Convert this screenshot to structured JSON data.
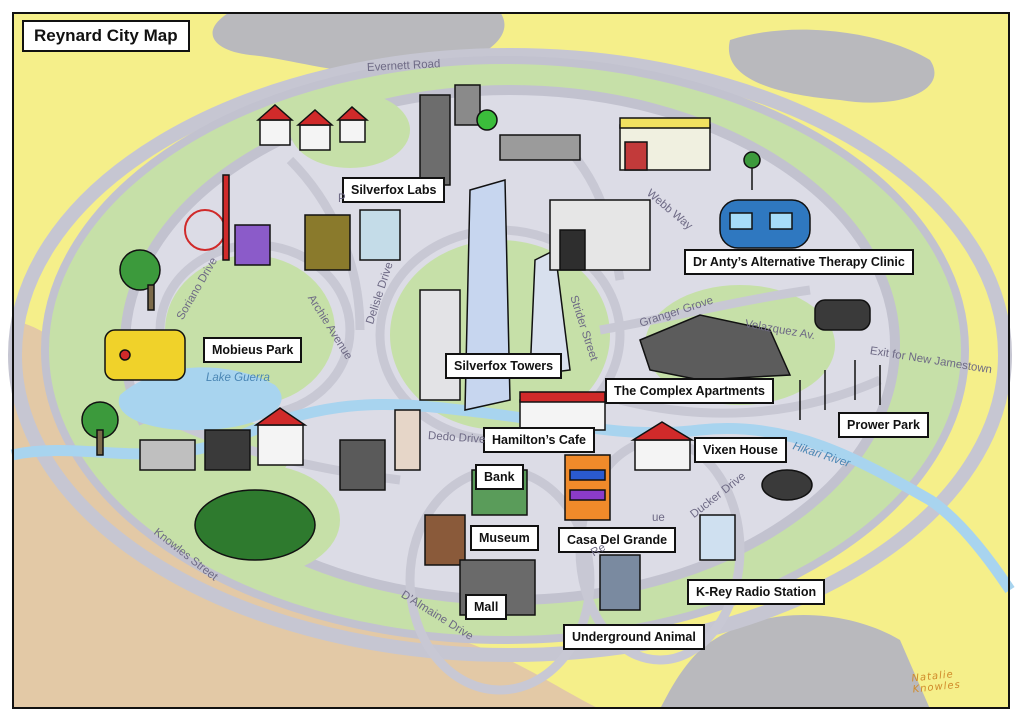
{
  "title": "Reynard City Map",
  "colors": {
    "sand": "#f5ef8a",
    "park": "#c6e0a8",
    "road_surface": "#dcdce6",
    "road_line": "#c2c2cf",
    "water": "#a8d4ef",
    "dirt": "#e3c9a6",
    "mountain": "#b9b9bd"
  },
  "places": [
    {
      "id": "silverfox-labs",
      "label": "Silverfox Labs"
    },
    {
      "id": "dr-anty",
      "label": "Dr Anty’s Alternative Therapy Clinic"
    },
    {
      "id": "mobieus-park",
      "label": "Mobieus Park"
    },
    {
      "id": "silverfox-towers",
      "label": "Silverfox Towers"
    },
    {
      "id": "complex-apartments",
      "label": "The Complex Apartments"
    },
    {
      "id": "prower-park",
      "label": "Prower Park"
    },
    {
      "id": "hamiltons-cafe",
      "label": "Hamilton’s Cafe"
    },
    {
      "id": "vixen-house",
      "label": "Vixen House"
    },
    {
      "id": "bank",
      "label": "Bank"
    },
    {
      "id": "museum",
      "label": "Museum"
    },
    {
      "id": "casa-del-grande",
      "label": "Casa Del Grande"
    },
    {
      "id": "k-rey-radio",
      "label": "K-Rey Radio Station"
    },
    {
      "id": "mall",
      "label": "Mall"
    },
    {
      "id": "underground-animal",
      "label": "Underground Animal"
    }
  ],
  "roads": [
    {
      "id": "evernett-road",
      "label": "Evernett Road"
    },
    {
      "id": "webb-way",
      "label": "Webb Way"
    },
    {
      "id": "granger-grove",
      "label": "Granger Grove"
    },
    {
      "id": "velazquez-av",
      "label": "Velazquez Av."
    },
    {
      "id": "exit-new-jamestown",
      "label": "Exit for New Jamestown"
    },
    {
      "id": "strider-street",
      "label": "Strider Street"
    },
    {
      "id": "delisle-drive",
      "label": "Delisle Drive"
    },
    {
      "id": "archie-avenue",
      "label": "Archie Avenue"
    },
    {
      "id": "soriano-drive",
      "label": "Soriano Drive"
    },
    {
      "id": "dedo-drive",
      "label": "Dedo Drive"
    },
    {
      "id": "ducker-drive",
      "label": "Ducker Drive"
    },
    {
      "id": "knowles-street",
      "label": "Knowles Street"
    },
    {
      "id": "dalmaine-drive",
      "label": "D’Almaine Drive"
    },
    {
      "id": "road-fragment-p",
      "label": "P"
    },
    {
      "id": "road-fragment-ue",
      "label": "ue"
    },
    {
      "id": "road-fragment-re",
      "label": "Re"
    }
  ],
  "water": [
    {
      "id": "lake-guerra",
      "label": "Lake Guerra"
    },
    {
      "id": "hikari-river",
      "label": "Hikari River"
    }
  ],
  "signature": [
    "Natalie",
    "Knowles"
  ]
}
